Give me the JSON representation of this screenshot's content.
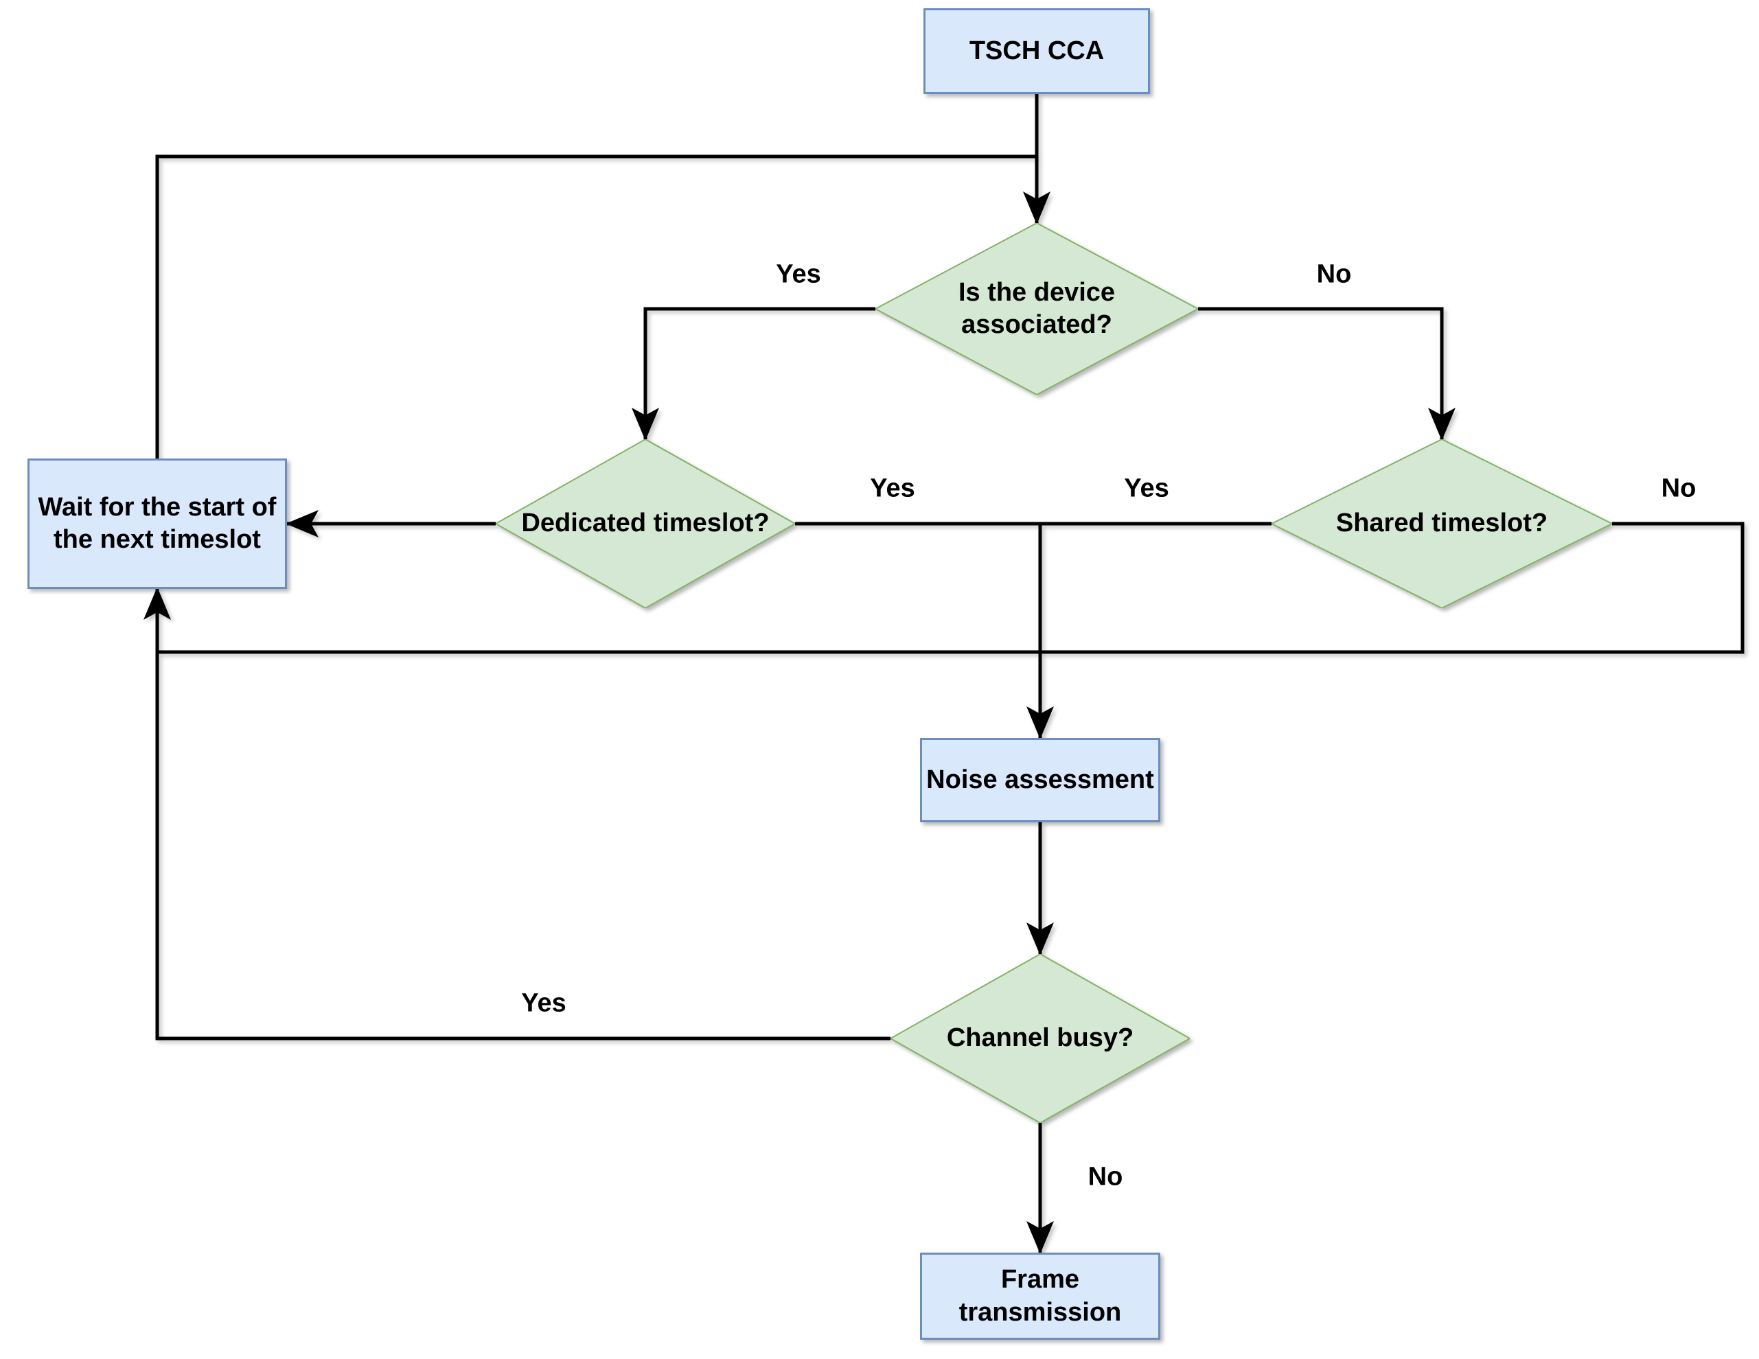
{
  "colors": {
    "process_fill": "#dae8fc",
    "process_border": "#6c8ebf",
    "decision_fill": "#d5e8d4",
    "decision_border": "#82b366",
    "edge": "#000000",
    "label_text": "#000000",
    "background": "#ffffff"
  },
  "nodes": {
    "start": {
      "type": "process",
      "label": "TSCH CCA"
    },
    "associated": {
      "type": "decision",
      "label": "Is the device\nassociated?"
    },
    "dedicated": {
      "type": "decision",
      "label": "Dedicated timeslot?"
    },
    "shared": {
      "type": "decision",
      "label": "Shared timeslot?"
    },
    "wait": {
      "type": "process",
      "label": "Wait for the start of\nthe next timeslot"
    },
    "noise": {
      "type": "process",
      "label": "Noise assessment"
    },
    "busy": {
      "type": "decision",
      "label": "Channel busy?"
    },
    "frame": {
      "type": "process",
      "label": "Frame transmission"
    }
  },
  "edge_labels": {
    "associated_yes": "Yes",
    "associated_no": "No",
    "dedicated_yes": "Yes",
    "shared_yes": "Yes",
    "shared_no": "No",
    "busy_yes": "Yes",
    "busy_no": "No"
  }
}
